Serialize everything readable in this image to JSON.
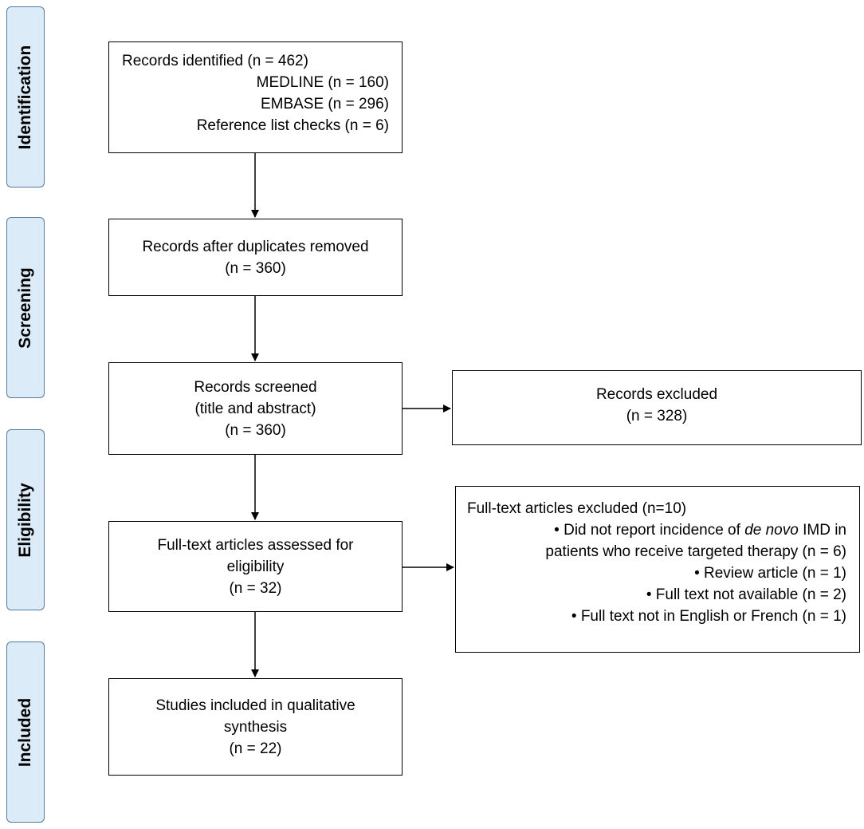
{
  "stages": [
    "Identification",
    "Screening",
    "Eligibility",
    "Included"
  ],
  "identification": {
    "title": "Records identified (n = 462)",
    "lines": [
      "MEDLINE (n = 160)",
      "EMBASE (n = 296)",
      "Reference list checks (n =  6)"
    ]
  },
  "duplicates": {
    "lines": [
      "Records after duplicates removed",
      "(n =  360)"
    ]
  },
  "screened": {
    "lines": [
      "Records screened",
      "(title and abstract)",
      "(n = 360)"
    ]
  },
  "excluded": {
    "lines": [
      "Records excluded",
      "(n =  328)"
    ]
  },
  "fulltext": {
    "lines": [
      "Full-text articles assessed for",
      "eligibility",
      "(n =  32)"
    ]
  },
  "fulltext_excluded": {
    "title": "Full-text articles excluded (n=10)",
    "reason1_pre": "• Did not report incidence of ",
    "reason1_em": "de novo",
    "reason1_post": " IMD in",
    "reason1_line2": "patients who receive targeted therapy (n =  6)",
    "reason2": "• Review article (n = 1)",
    "reason3": "• Full text not available (n = 2)",
    "reason4": "• Full text not in English or French (n = 1)"
  },
  "included": {
    "lines": [
      "Studies included in qualitative",
      "synthesis",
      "(n =  22)"
    ]
  }
}
